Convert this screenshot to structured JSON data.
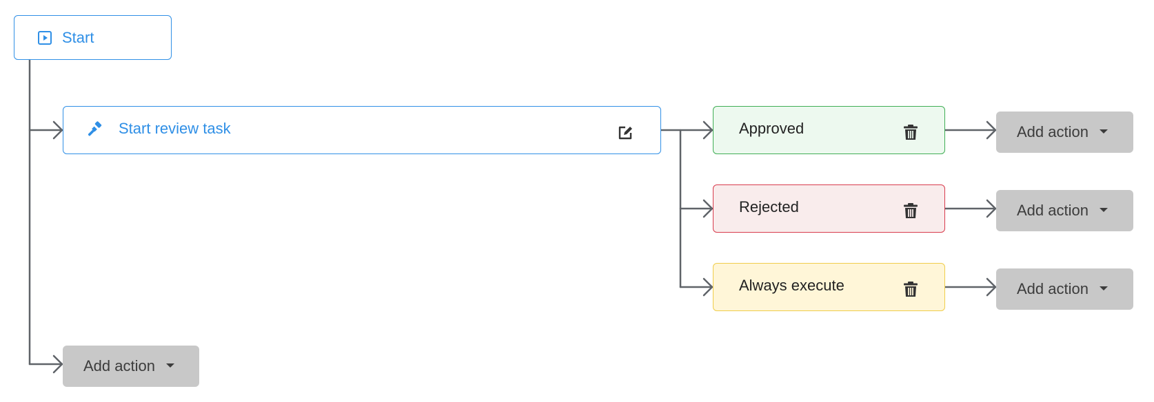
{
  "start": {
    "label": "Start",
    "icon": "play-square-icon"
  },
  "task": {
    "label": "Start review task",
    "icon": "gavel-icon",
    "edit_icon": "edit-icon"
  },
  "outcomes": [
    {
      "label": "Approved",
      "status": "approved",
      "color": "#3fae54",
      "background": "#edf9ef",
      "icon": "trash-icon"
    },
    {
      "label": "Rejected",
      "status": "rejected",
      "color": "#d83a4c",
      "background": "#f9ecec",
      "icon": "trash-icon"
    },
    {
      "label": "Always execute",
      "status": "always",
      "color": "#f0cd4a",
      "background": "#fff6d8",
      "icon": "trash-icon"
    }
  ],
  "add_action": {
    "label": "Add action",
    "icon": "caret-down-icon"
  },
  "colors": {
    "accent": "#2f8fe6",
    "connector": "#5f6368",
    "button_bg": "#c8c8c8"
  }
}
